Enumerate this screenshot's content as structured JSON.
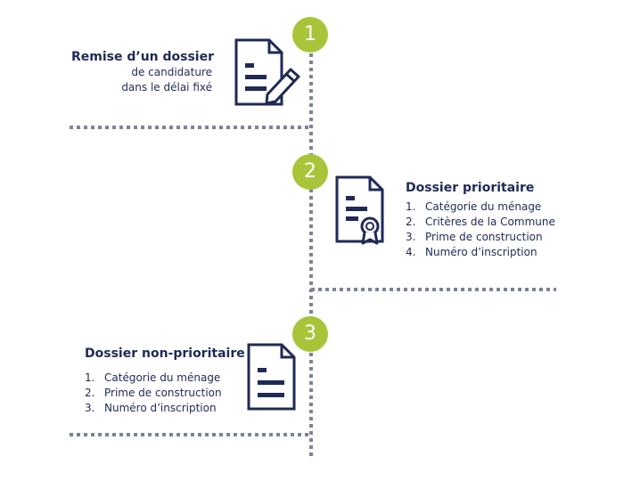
{
  "colors": {
    "navy": "#1f2a55",
    "green": "#a8c53a",
    "dots": "#7c8396"
  },
  "steps": [
    {
      "number": "1",
      "title": "Remise d’un dossier",
      "lines": [
        "de candidature",
        "dans le délai fixé"
      ],
      "icon": "document-pencil-icon"
    },
    {
      "number": "2",
      "title": "Dossier prioritaire",
      "items": [
        {
          "num": "1.",
          "label": "Catégorie du ménage"
        },
        {
          "num": "2.",
          "label": "Critères de la Commune"
        },
        {
          "num": "3.",
          "label": "Prime de construction"
        },
        {
          "num": "4.",
          "label": "Numéro d’inscription"
        }
      ],
      "icon": "document-certificate-icon"
    },
    {
      "number": "3",
      "title": "Dossier non-prioritaire",
      "items": [
        {
          "num": "1.",
          "label": "Catégorie du ménage"
        },
        {
          "num": "2.",
          "label": "Prime de construction"
        },
        {
          "num": "3.",
          "label": "Numéro d’inscription"
        }
      ],
      "icon": "document-icon"
    }
  ]
}
